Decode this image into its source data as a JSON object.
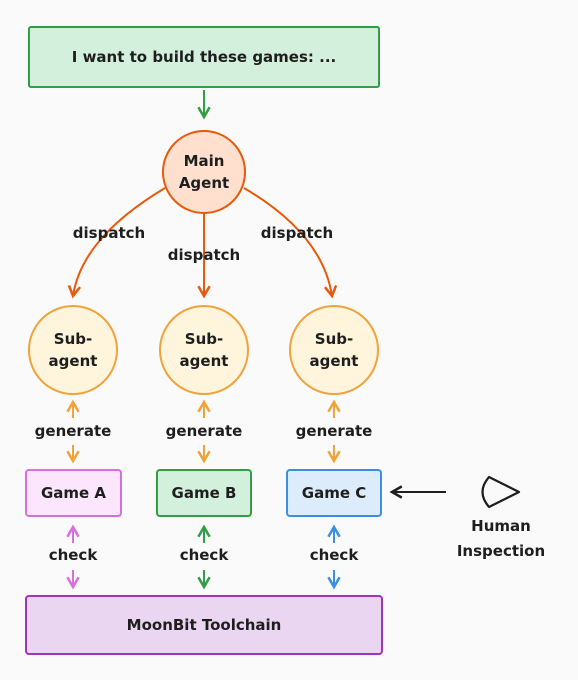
{
  "prompt": {
    "text": "I want to build these games: ..."
  },
  "main_agent": {
    "line1": "Main",
    "line2": "Agent"
  },
  "dispatch_labels": [
    "dispatch",
    "dispatch",
    "dispatch"
  ],
  "subagents": [
    {
      "line1": "Sub-",
      "line2": "agent"
    },
    {
      "line1": "Sub-",
      "line2": "agent"
    },
    {
      "line1": "Sub-",
      "line2": "agent"
    }
  ],
  "generate_labels": [
    "generate",
    "generate",
    "generate"
  ],
  "games": [
    {
      "label": "Game A"
    },
    {
      "label": "Game B"
    },
    {
      "label": "Game C"
    }
  ],
  "check_labels": [
    "check",
    "check",
    "check"
  ],
  "toolchain": {
    "label": "MoonBit Toolchain"
  },
  "human": {
    "line1": "Human",
    "line2": "Inspection",
    "icon": "eye-icon"
  },
  "colors": {
    "green": "#2f9e44",
    "green_fill": "#d3f0dc",
    "orange": "#e8590c",
    "orange_fill": "#ffe0cf",
    "amber": "#f0a33a",
    "amber_fill": "#fff4dc",
    "pink": "#d96ee0",
    "pink_fill": "#fbe6fd",
    "blue": "#3a8ee6",
    "blue_fill": "#dcecfb",
    "purple": "#9c36b5",
    "purple_fill": "#ead6f0"
  }
}
